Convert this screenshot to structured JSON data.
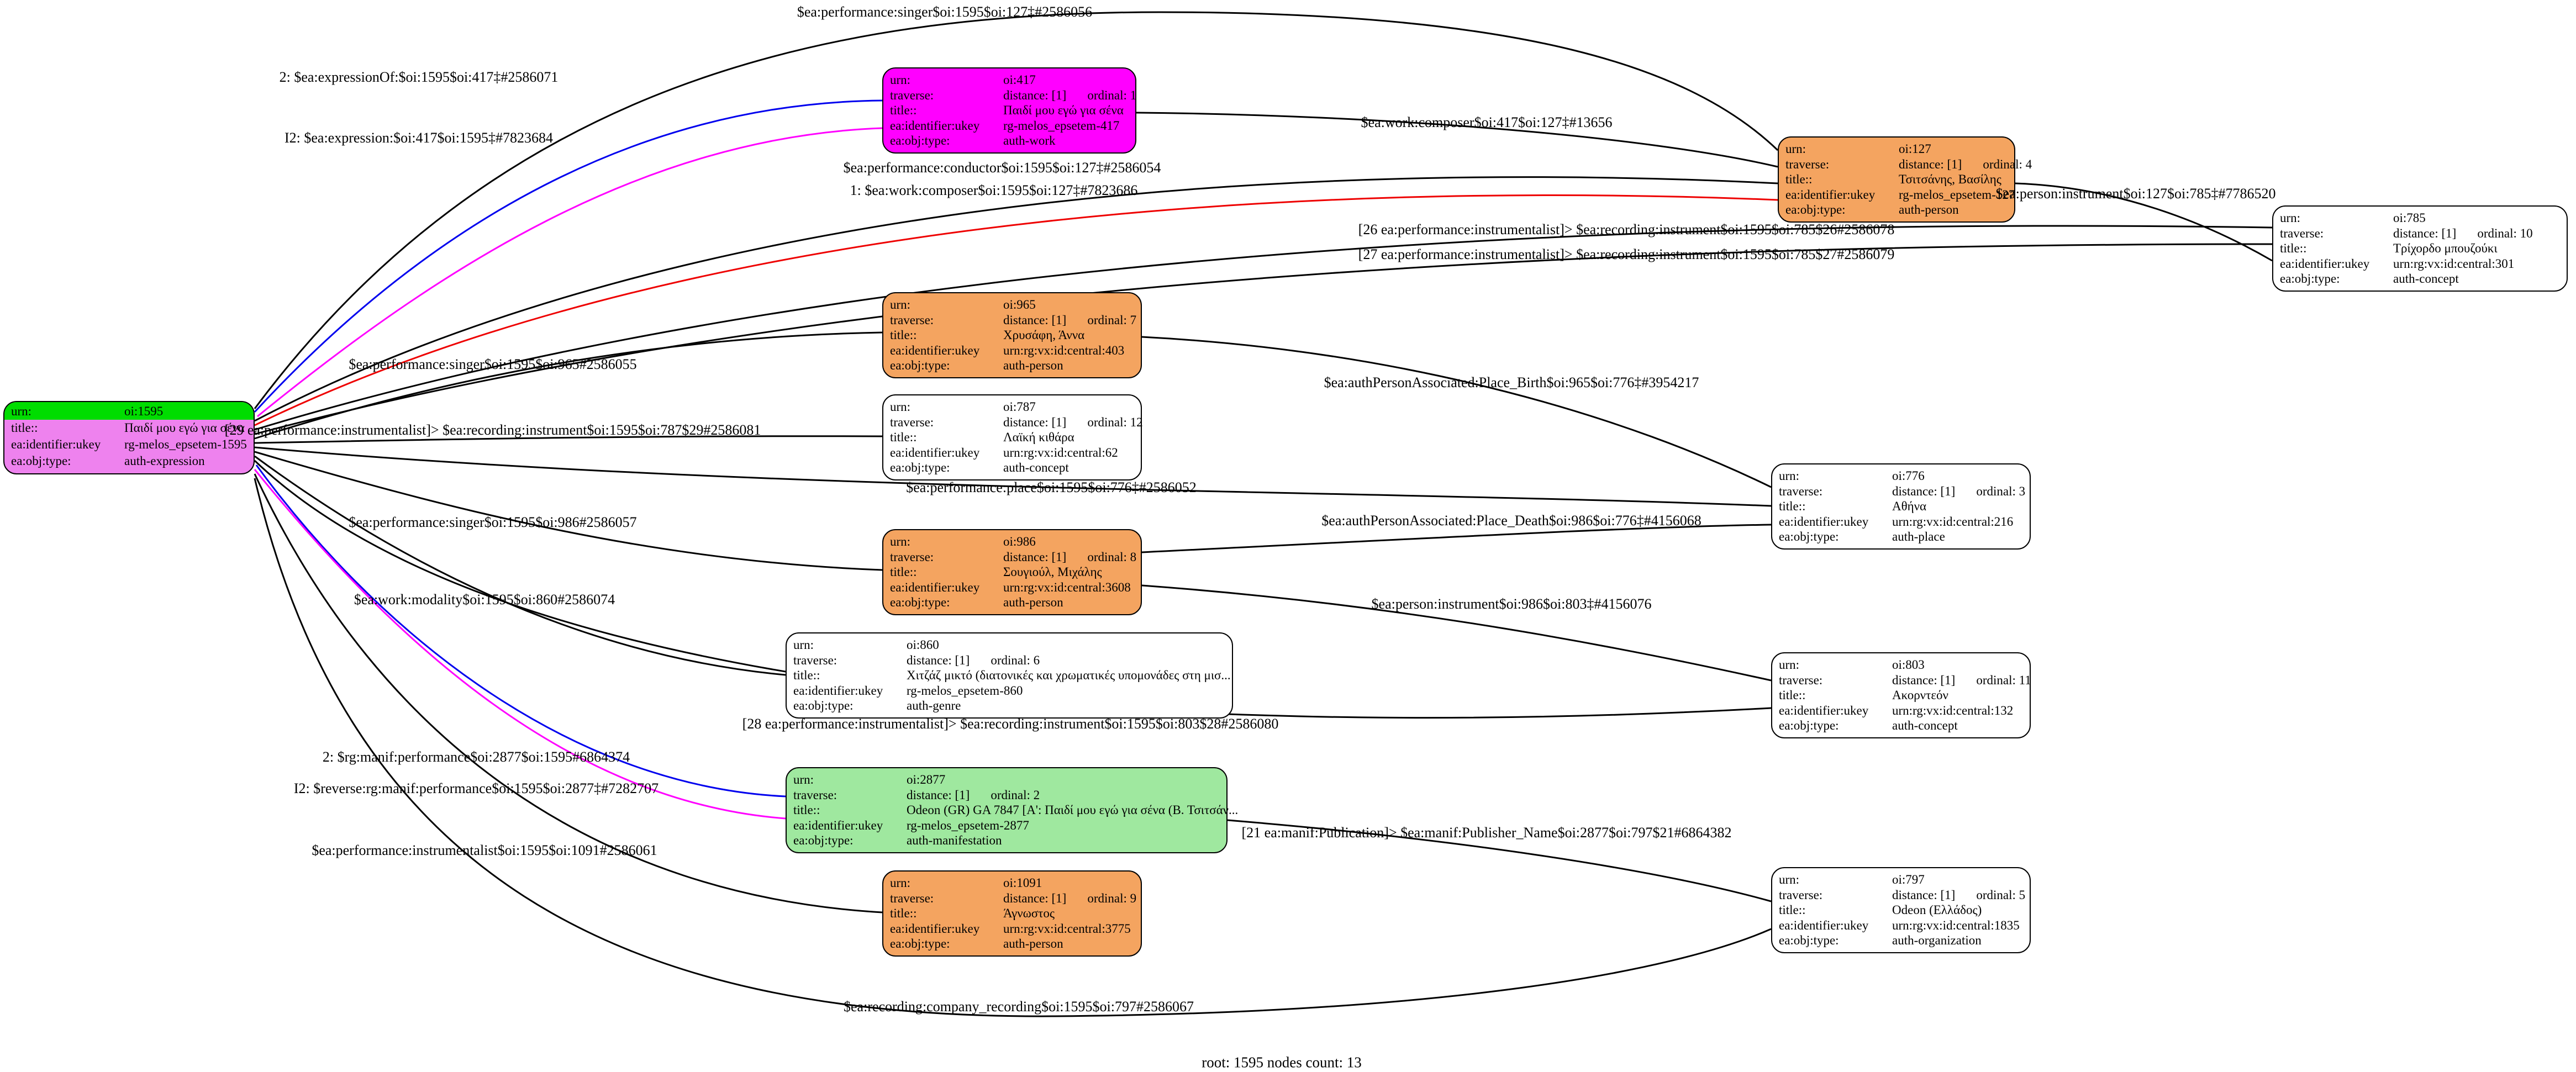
{
  "footer": "root: 1595 nodes count: 13",
  "field_labels": {
    "urn": "urn:",
    "traverse": "traverse:",
    "title": "title::",
    "ukey": "ea:identifier:ukey",
    "objtype": "ea:obj:type:"
  },
  "colors": {
    "root_node_bg": "#ee82ee",
    "root_urn_highlight": "#00dd00",
    "work_node_bg": "#ff00ff",
    "person_node_bg": "#f4a460",
    "manifestation_node_bg": "#9fe89f",
    "plain_node_bg": "#ffffff",
    "edge_default": "#000000",
    "edge_forward": "#0000ee",
    "edge_inverse": "#ff00ff",
    "edge_composer": "#ee0000"
  },
  "nodes": [
    {
      "urn": "oi:1595",
      "title": "Παιδί μου εγώ για σένα",
      "ukey": "rg-melos_epsetem-1595",
      "objtype": "auth-expression"
    },
    {
      "urn": "oi:417",
      "distance": "distance: [1]",
      "ordinal": "ordinal: 1",
      "title": "Παιδί μου εγώ για σένα",
      "ukey": "rg-melos_epsetem-417",
      "objtype": "auth-work"
    },
    {
      "urn": "oi:127",
      "distance": "distance: [1]",
      "ordinal": "ordinal: 4",
      "title": "Τσιτσάνης, Βασίλης",
      "ukey": "rg-melos_epsetem-127",
      "objtype": "auth-person"
    },
    {
      "urn": "oi:785",
      "distance": "distance: [1]",
      "ordinal": "ordinal: 10",
      "title": "Τρίχορδο μπουζούκι",
      "ukey": "urn:rg:vx:id:central:301",
      "objtype": "auth-concept"
    },
    {
      "urn": "oi:965",
      "distance": "distance: [1]",
      "ordinal": "ordinal: 7",
      "title": "Χρυσάφη, Άννα",
      "ukey": "urn:rg:vx:id:central:403",
      "objtype": "auth-person"
    },
    {
      "urn": "oi:787",
      "distance": "distance: [1]",
      "ordinal": "ordinal: 12",
      "title": "Λαϊκή κιθάρα",
      "ukey": "urn:rg:vx:id:central:62",
      "objtype": "auth-concept"
    },
    {
      "urn": "oi:986",
      "distance": "distance: [1]",
      "ordinal": "ordinal: 8",
      "title": "Σουγιούλ, Μιχάλης",
      "ukey": "urn:rg:vx:id:central:3608",
      "objtype": "auth-person"
    },
    {
      "urn": "oi:776",
      "distance": "distance: [1]",
      "ordinal": "ordinal: 3",
      "title": "Αθήνα",
      "ukey": "urn:rg:vx:id:central:216",
      "objtype": "auth-place"
    },
    {
      "urn": "oi:860",
      "distance": "distance: [1]",
      "ordinal": "ordinal: 6",
      "title": "Χιτζάζ μικτό (διατονικές και χρωματικές υπομονάδες στη μισ...",
      "ukey": "rg-melos_epsetem-860",
      "objtype": "auth-genre"
    },
    {
      "urn": "oi:803",
      "distance": "distance: [1]",
      "ordinal": "ordinal: 11",
      "title": "Ακορντεόν",
      "ukey": "urn:rg:vx:id:central:132",
      "objtype": "auth-concept"
    },
    {
      "urn": "oi:2877",
      "distance": "distance: [1]",
      "ordinal": "ordinal: 2",
      "title": "Odeon (GR) GA 7847 [Α': Παιδί μου εγώ για σένα (Β. Τσιτσάν...",
      "ukey": "rg-melos_epsetem-2877",
      "objtype": "auth-manifestation"
    },
    {
      "urn": "oi:1091",
      "distance": "distance: [1]",
      "ordinal": "ordinal: 9",
      "title": "Άγνωστος",
      "ukey": "urn:rg:vx:id:central:3775",
      "objtype": "auth-person"
    },
    {
      "urn": "oi:797",
      "distance": "distance: [1]",
      "ordinal": "ordinal: 5",
      "title": "Odeon (Ελλάδος)",
      "ukey": "urn:rg:vx:id:central:1835",
      "objtype": "auth-organization"
    }
  ],
  "edges": [
    {
      "label": "$ea:performance:singer$oi:1595$oi:127‡#2586056"
    },
    {
      "label": "2: $ea:expressionOf:$oi:1595$oi:417‡#2586071"
    },
    {
      "label": "I2: $ea:expression:$oi:417$oi:1595‡#7823684"
    },
    {
      "label": "$ea:work:composer$oi:417$oi:127‡#13656"
    },
    {
      "label": "$ea:performance:conductor$oi:1595$oi:127‡#2586054"
    },
    {
      "label": "1: $ea:work:composer$oi:1595$oi:127‡#7823686"
    },
    {
      "label": "[26 ea:performance:instrumentalist]> $ea:recording:instrument$oi:1595$oi:785$26#2586078"
    },
    {
      "label": "[27 ea:performance:instrumentalist]> $ea:recording:instrument$oi:1595$oi:785$27#2586079"
    },
    {
      "label": "$ea:person:instrument$oi:127$oi:785‡#7786520"
    },
    {
      "label": "$ea:performance:singer$oi:1595$oi:965#2586055"
    },
    {
      "label": "[29 ea:performance:instrumentalist]> $ea:recording:instrument$oi:1595$oi:787$29#2586081"
    },
    {
      "label": "$ea:authPersonAssociated:Place_Birth$oi:965$oi:776‡#3954217"
    },
    {
      "label": "$ea:performance:place$oi:1595$oi:776‡#2586052"
    },
    {
      "label": "$ea:performance:singer$oi:1595$oi:986#2586057"
    },
    {
      "label": "$ea:authPersonAssociated:Place_Death$oi:986$oi:776‡#4156068"
    },
    {
      "label": "$ea:work:modality$oi:1595$oi:860#2586074"
    },
    {
      "label": "$ea:person:instrument$oi:986$oi:803‡#4156076"
    },
    {
      "label": "[28 ea:performance:instrumentalist]> $ea:recording:instrument$oi:1595$oi:803$28#2586080"
    },
    {
      "label": "2: $rg:manif:performance$oi:2877$oi:1595#6864374"
    },
    {
      "label": "I2: $reverse:rg:manif:performance$oi:1595$oi:2877‡#7282707"
    },
    {
      "label": "$ea:performance:instrumentalist$oi:1595$oi:1091#2586061"
    },
    {
      "label": "[21 ea:manif:Publication]> $ea:manif:Publisher_Name$oi:2877$oi:797$21#6864382"
    },
    {
      "label": "$ea:recording:company_recording$oi:1595$oi:797#2586067"
    }
  ]
}
